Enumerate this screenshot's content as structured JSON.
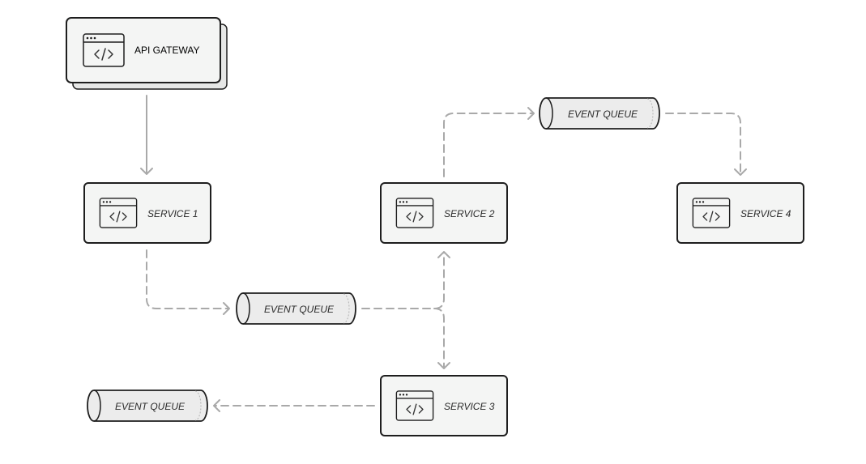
{
  "diagram": {
    "gateway": {
      "label": "API GATEWAY",
      "icon": "code-window-icon"
    },
    "services": [
      {
        "label": "SERVICE 1",
        "icon": "code-window-icon"
      },
      {
        "label": "SERVICE 2",
        "icon": "code-window-icon"
      },
      {
        "label": "SERVICE 3",
        "icon": "code-window-icon"
      },
      {
        "label": "SERVICE 4",
        "icon": "code-window-icon"
      }
    ],
    "queues": [
      {
        "label": "EVENT QUEUE"
      },
      {
        "label": "EVENT QUEUE"
      },
      {
        "label": "EVENT QUEUE"
      }
    ],
    "colors": {
      "box_fill": "#f4f5f4",
      "box_stroke": "#1e1e1e",
      "connector": "#a9a9a9",
      "queue_fill": "#ececec",
      "text": "#2a2a2a"
    }
  }
}
